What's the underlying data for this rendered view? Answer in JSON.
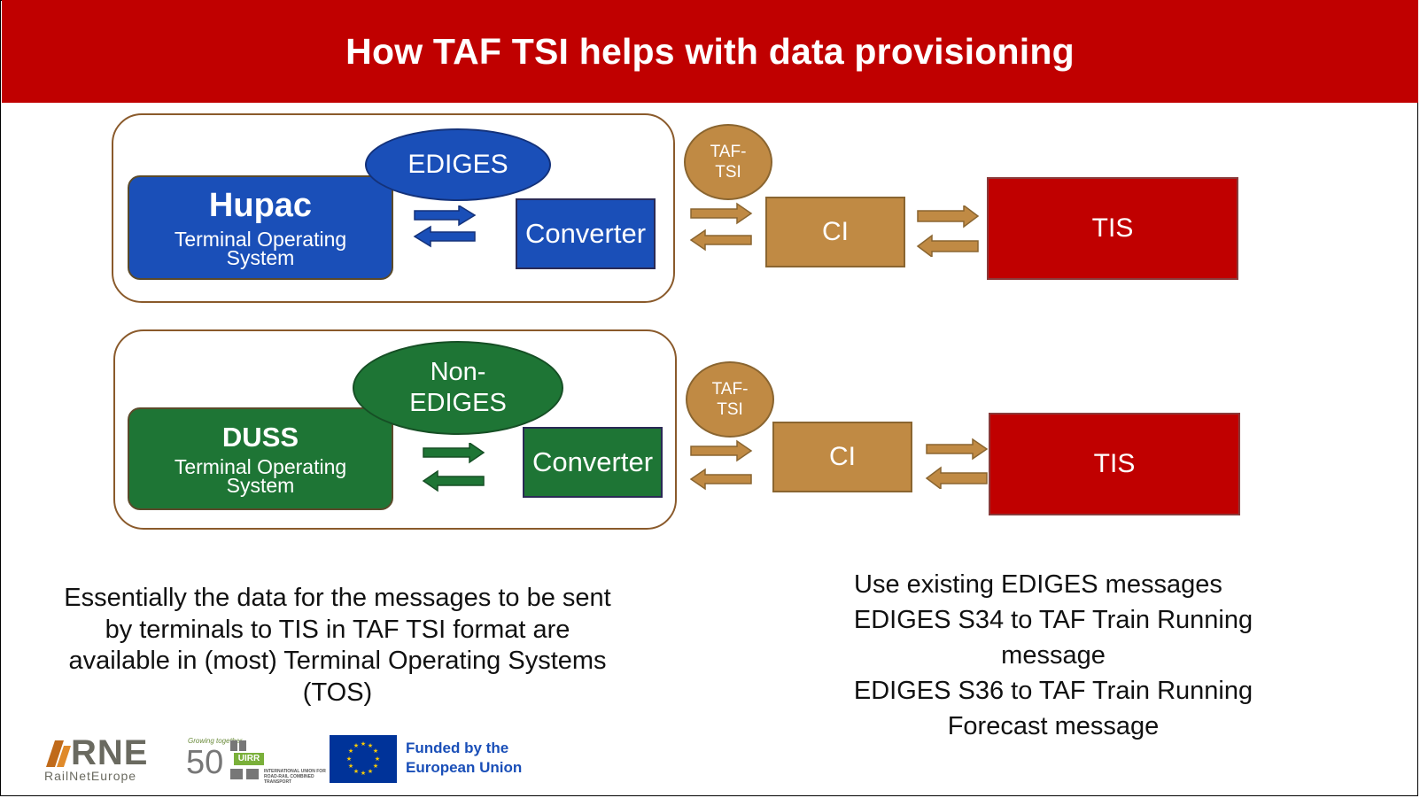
{
  "header": {
    "title": "How TAF TSI helps with data provisioning"
  },
  "row1": {
    "tos_name": "Hupac",
    "tos_sub": "Terminal Operating System",
    "format": "EDIGES",
    "converter": "Converter",
    "taf_badge": "TAF-TSI",
    "ci": "CI",
    "tis": "TIS",
    "colors": {
      "tos": "#1a4fb8",
      "format": "#1a4fb8",
      "converter": "#1a4fb8"
    }
  },
  "row2": {
    "tos_name": "DUSS",
    "tos_sub": "Terminal Operating System",
    "format": "Non-EDIGES",
    "converter": "Converter",
    "taf_badge": "TAF-TSI",
    "ci": "CI",
    "tis": "TIS",
    "colors": {
      "tos": "#1e7535",
      "format": "#1e7535",
      "converter": "#1e7535"
    }
  },
  "left_text": "Essentially the data for the messages to be sent by terminals to TIS in TAF TSI format are available in (most) Terminal Operating Systems (TOS)",
  "right_text": {
    "line1": "Use existing EDIGES messages",
    "line2": "EDIGES S34 to TAF Train Running message",
    "line3": "EDIGES S36 to TAF Train Running Forecast message"
  },
  "footer": {
    "rne_logo": "RNE",
    "rne_sub": "RailNetEurope",
    "uirr_top": "Growing together",
    "uirr_number": "50",
    "uirr_name": "UIRR",
    "uirr_caption": "INTERNATIONAL UNION FOR ROAD-RAIL COMBINED TRANSPORT",
    "eu_text": "Funded by the European Union"
  },
  "colors": {
    "header": "#c00000",
    "brown": "#c08a44",
    "arrow_fill": "#c08a44",
    "eu_blue": "#003399"
  }
}
